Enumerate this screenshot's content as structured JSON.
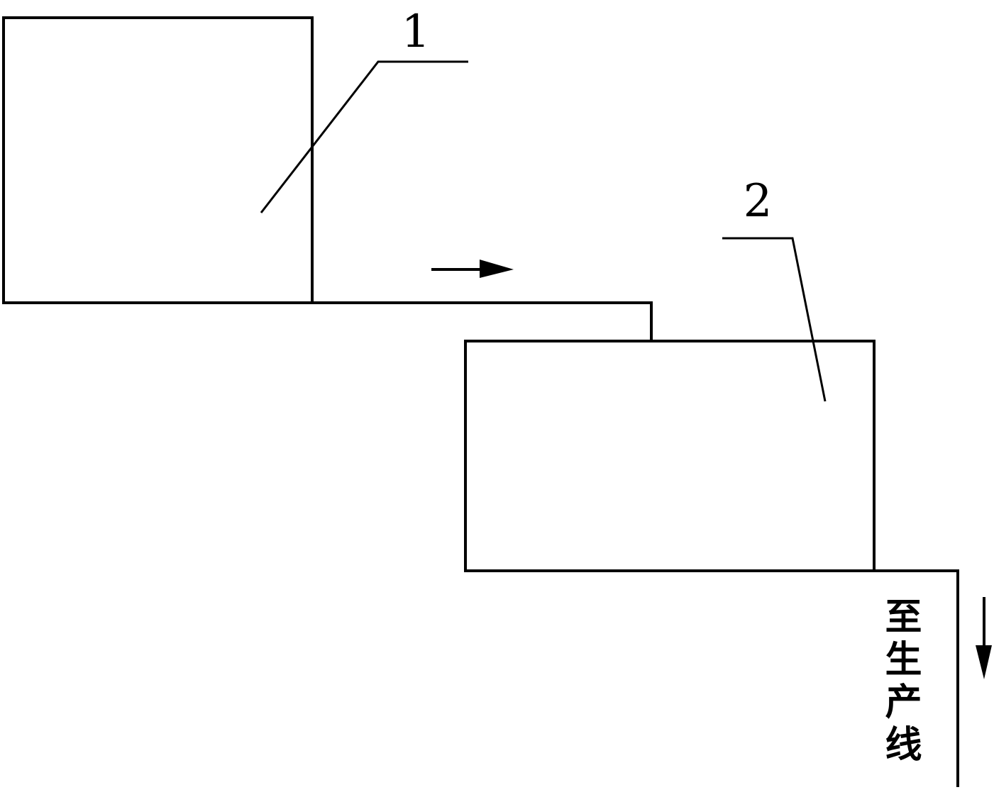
{
  "labels": {
    "component_1": "1",
    "component_2": "2",
    "destination": "至生产线"
  },
  "colors": {
    "stroke": "#000000",
    "background": "#ffffff"
  },
  "icons": {
    "flow_right": "arrow-right-icon",
    "flow_down": "arrow-down-icon"
  }
}
